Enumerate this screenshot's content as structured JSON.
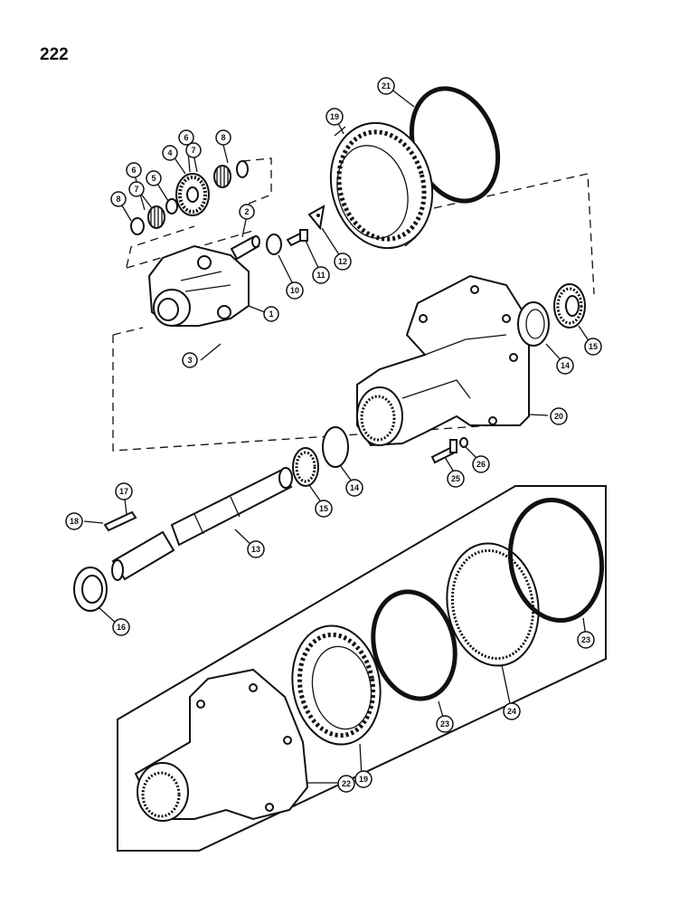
{
  "page": {
    "number": "222"
  },
  "callouts": [
    {
      "id": "c21",
      "label": "21"
    },
    {
      "id": "c19a",
      "label": "19"
    },
    {
      "id": "c6a",
      "label": "6"
    },
    {
      "id": "c8a",
      "label": "8"
    },
    {
      "id": "c7a",
      "label": "7"
    },
    {
      "id": "c4",
      "label": "4"
    },
    {
      "id": "c6b",
      "label": "6"
    },
    {
      "id": "c7b",
      "label": "7"
    },
    {
      "id": "c5",
      "label": "5"
    },
    {
      "id": "c8b",
      "label": "8"
    },
    {
      "id": "c2",
      "label": "2"
    },
    {
      "id": "c12",
      "label": "12"
    },
    {
      "id": "c11",
      "label": "11"
    },
    {
      "id": "c10",
      "label": "10"
    },
    {
      "id": "c1",
      "label": "1"
    },
    {
      "id": "c3",
      "label": "3"
    },
    {
      "id": "c15a",
      "label": "15"
    },
    {
      "id": "c14a",
      "label": "14"
    },
    {
      "id": "c20",
      "label": "20"
    },
    {
      "id": "c26",
      "label": "26"
    },
    {
      "id": "c25",
      "label": "25"
    },
    {
      "id": "c14b",
      "label": "14"
    },
    {
      "id": "c15b",
      "label": "15"
    },
    {
      "id": "c17",
      "label": "17"
    },
    {
      "id": "c18",
      "label": "18"
    },
    {
      "id": "c13",
      "label": "13"
    },
    {
      "id": "c16",
      "label": "16"
    },
    {
      "id": "c23a",
      "label": "23"
    },
    {
      "id": "c24",
      "label": "24"
    },
    {
      "id": "c23b",
      "label": "23"
    },
    {
      "id": "c22",
      "label": "22"
    },
    {
      "id": "c19b",
      "label": "19"
    }
  ]
}
